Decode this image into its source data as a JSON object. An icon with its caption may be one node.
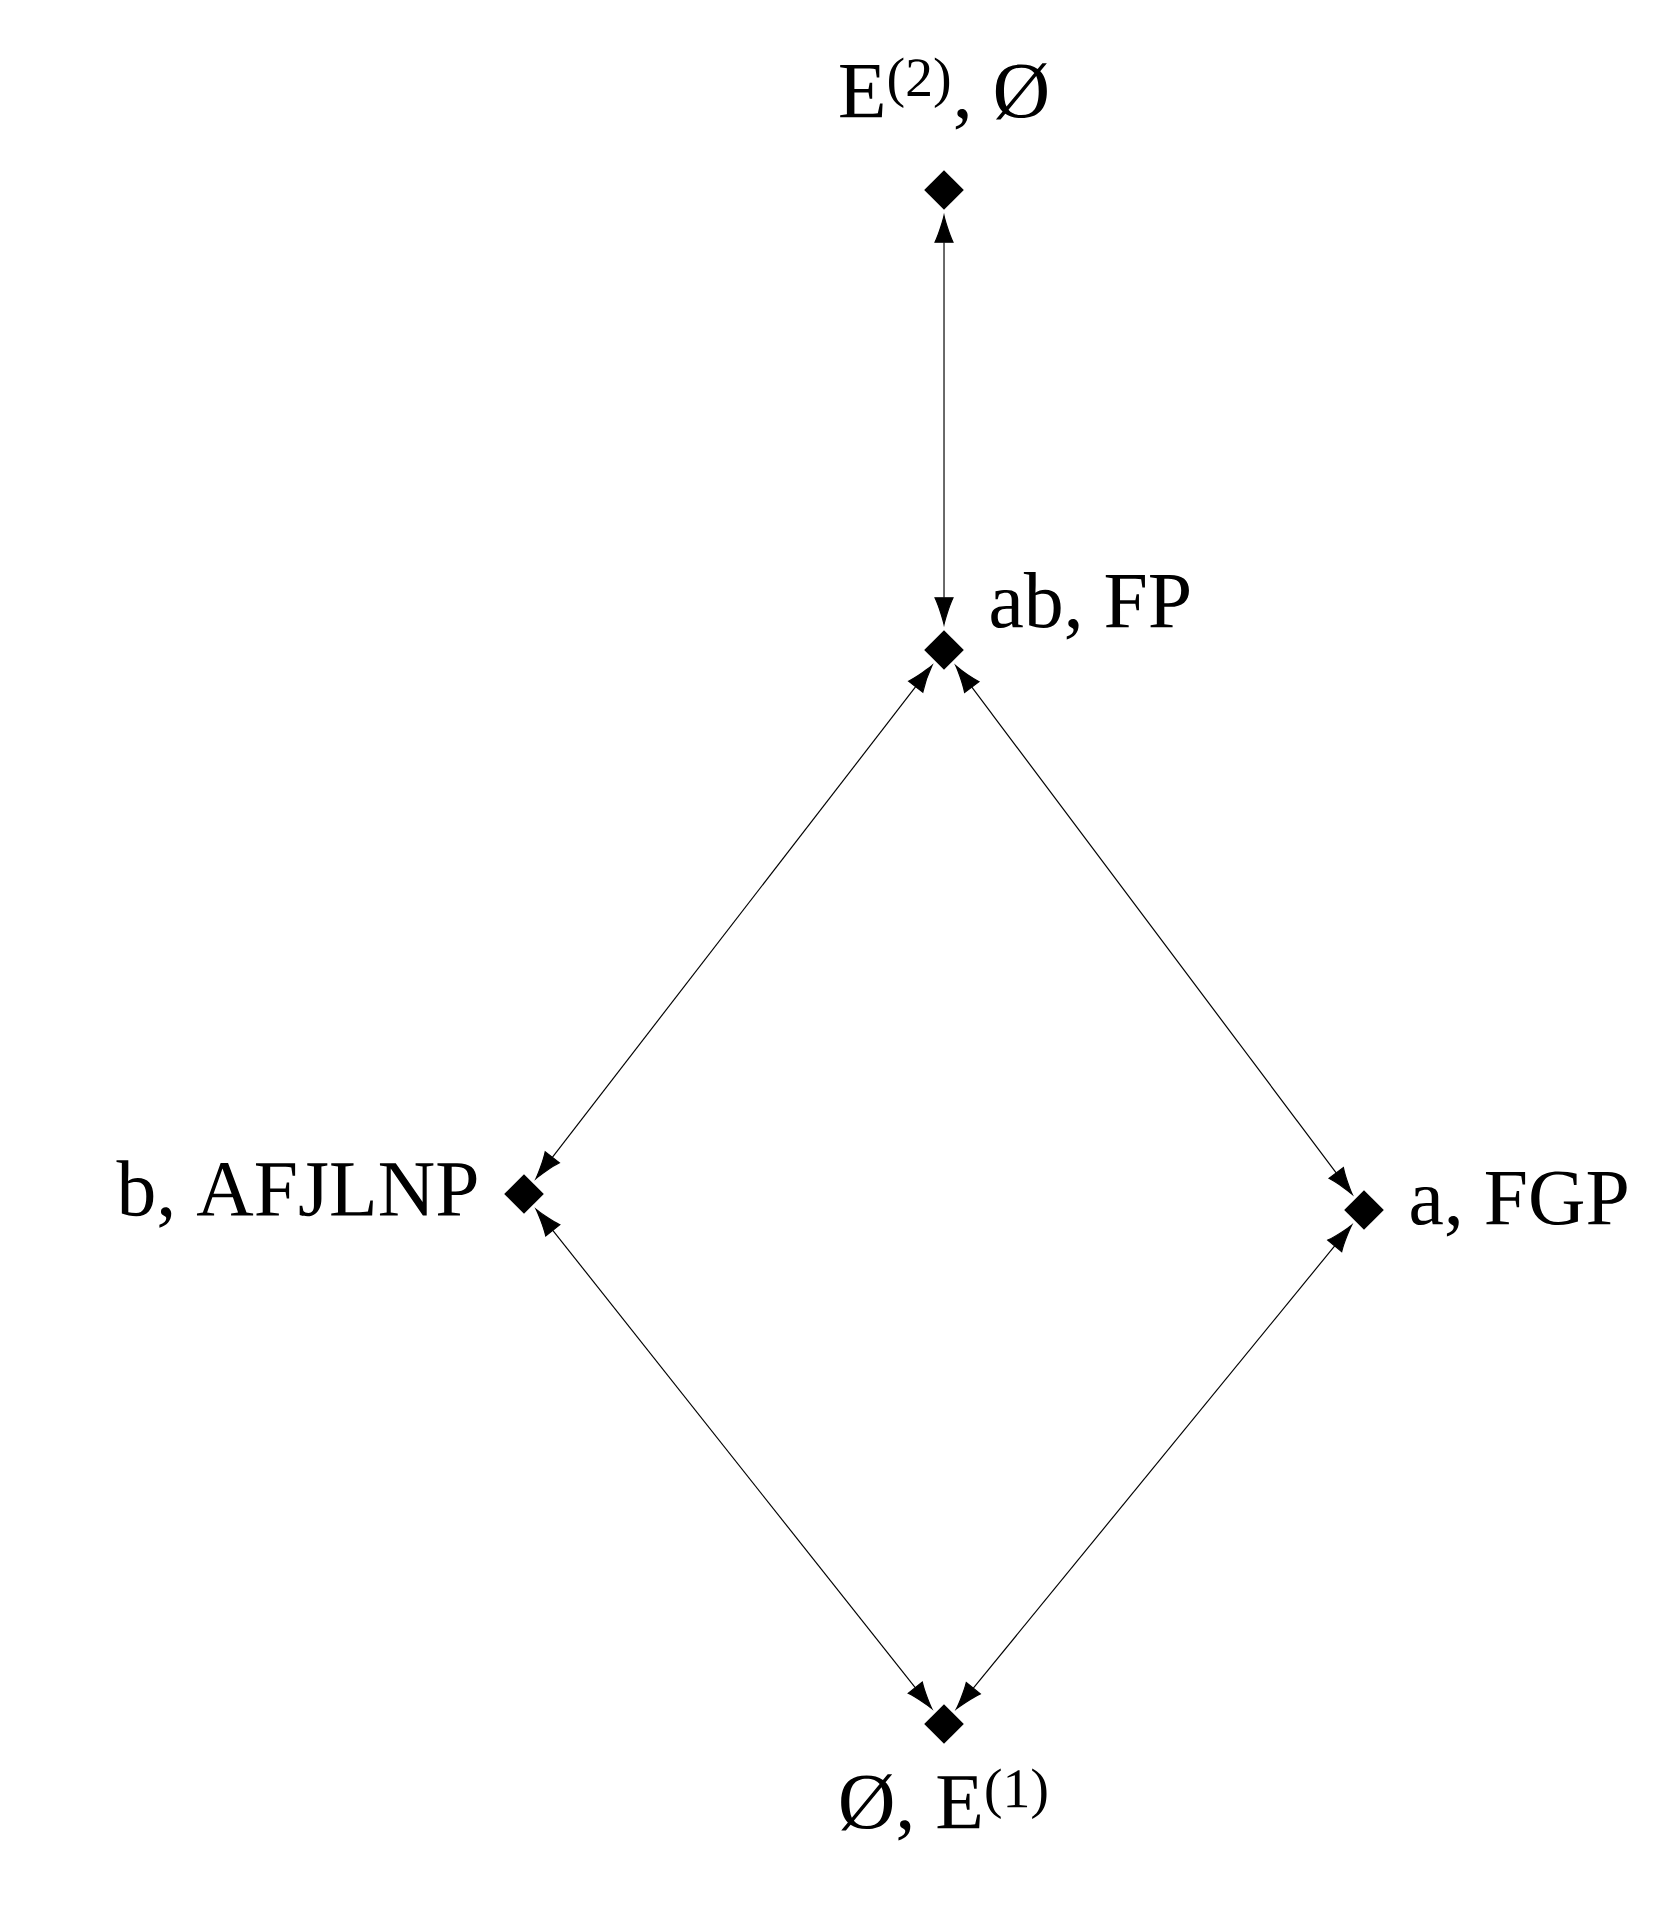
{
  "diagram": {
    "nodes": [
      {
        "text": [],
        "shape": "diamond",
        "beside": [
          "E$^{(2)}$, Ø"
        ]
      },
      {
        "text": [],
        "shape": "diamond",
        "beside": [
          "ab, FP"
        ]
      },
      {
        "text": [],
        "shape": "diamond",
        "beside": [
          "b, AFJLNP"
        ]
      },
      {
        "text": [],
        "shape": "diamond",
        "beside": [
          "a, FGP"
        ]
      },
      {
        "text": [],
        "shape": "diamond",
        "beside": [
          "Ø, E$^{(1)}$"
        ]
      }
    ],
    "edges": [
      {
        "from": 0,
        "to": 1,
        "arrow": "both"
      },
      {
        "from": 1,
        "to": 2,
        "arrow": "both"
      },
      {
        "from": 1,
        "to": 3,
        "arrow": "both"
      },
      {
        "from": 2,
        "to": 4,
        "arrow": "both"
      },
      {
        "from": 3,
        "to": 4,
        "arrow": "both"
      }
    ]
  }
}
